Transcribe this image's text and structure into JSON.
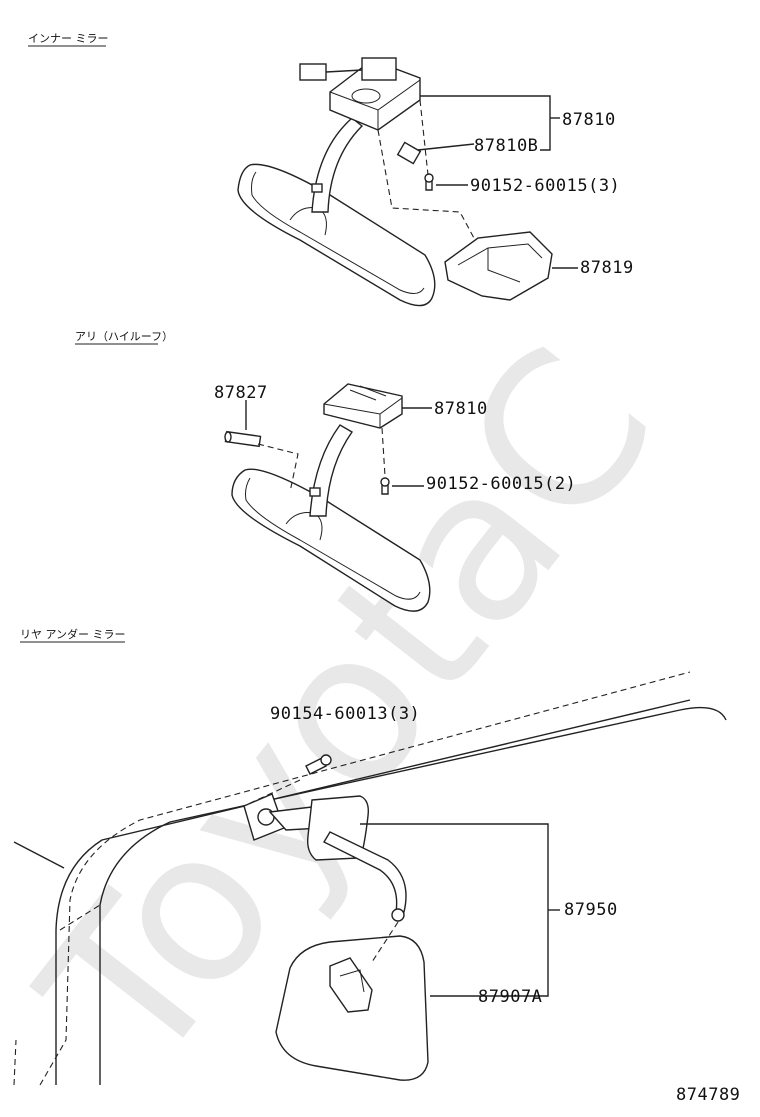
{
  "sections": {
    "inner_mirror": "インナー ミラー",
    "high_roof": "アリ（ハイルーフ）",
    "rear_under_mirror": "リヤ アンダー ミラー"
  },
  "watermark": "ToyotaC",
  "parts": {
    "p87810_a": "87810",
    "p87810B": "87810B",
    "p90152_a": "90152-60015(3)",
    "p87819": "87819",
    "p87827": "87827",
    "p87810_b": "87810",
    "p90152_b": "90152-60015(2)",
    "p90154": "90154-60013(3)",
    "p87950": "87950",
    "p87907A": "87907A"
  },
  "diagram_id": "874789"
}
